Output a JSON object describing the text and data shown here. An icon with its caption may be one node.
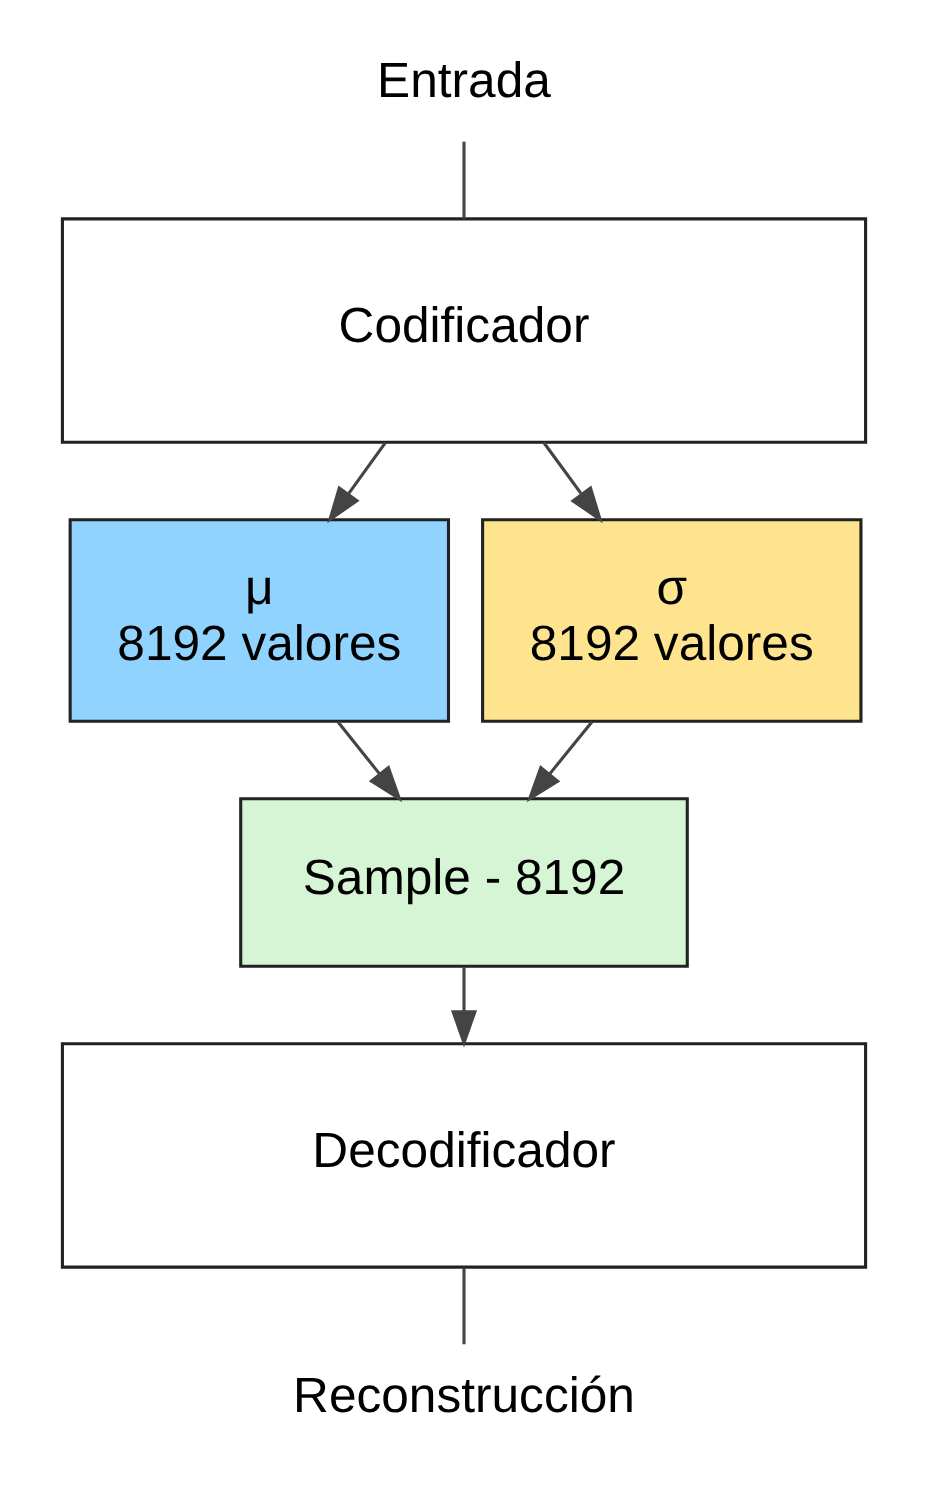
{
  "diagram": {
    "nodes": [
      {
        "text": [
          "Entrada"
        ]
      },
      {
        "text": [
          "Codificador"
        ]
      },
      {
        "text": [
          "μ",
          "8192 valores"
        ]
      },
      {
        "text": [
          "σ",
          "8192 valores"
        ]
      },
      {
        "text": [
          "Sample - 8192"
        ]
      },
      {
        "text": [
          "Decodificador"
        ]
      },
      {
        "text": [
          "Reconstrucción"
        ]
      }
    ],
    "edges": [
      {
        "from": 0,
        "to": 1,
        "arrow": "none"
      },
      {
        "from": 1,
        "to": 2,
        "arrow": "to"
      },
      {
        "from": 1,
        "to": 3,
        "arrow": "to"
      },
      {
        "from": 2,
        "to": 4,
        "arrow": "to"
      },
      {
        "from": 3,
        "to": 4,
        "arrow": "to"
      },
      {
        "from": 4,
        "to": 5,
        "arrow": "to"
      },
      {
        "from": 5,
        "to": 6,
        "arrow": "none"
      }
    ]
  }
}
